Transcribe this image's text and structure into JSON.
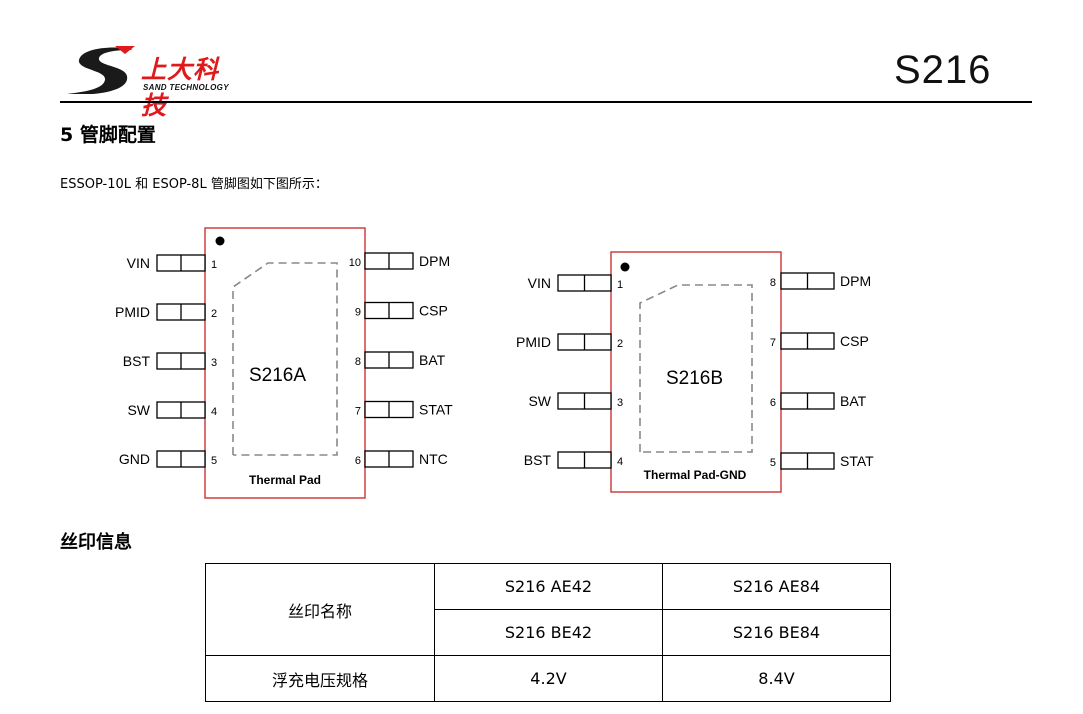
{
  "header": {
    "logo_cn": "上大科技",
    "logo_en": "SAND TECHNOLOGY",
    "doc_code": "S216",
    "brand_color": "#e0191b"
  },
  "section": {
    "title": "5 管脚配置",
    "description": "ESSOP-10L 和 ESOP-8L 管脚图如下图所示："
  },
  "pkg_a": {
    "name": "S216A",
    "pad_label": "Thermal Pad",
    "left_pins": [
      {
        "num": "1",
        "label": "VIN"
      },
      {
        "num": "2",
        "label": "PMID"
      },
      {
        "num": "3",
        "label": "BST"
      },
      {
        "num": "4",
        "label": "SW"
      },
      {
        "num": "5",
        "label": "GND"
      }
    ],
    "right_pins": [
      {
        "num": "10",
        "label": "DPM"
      },
      {
        "num": "9",
        "label": "CSP"
      },
      {
        "num": "8",
        "label": "BAT"
      },
      {
        "num": "7",
        "label": "STAT"
      },
      {
        "num": "6",
        "label": "NTC"
      }
    ]
  },
  "pkg_b": {
    "name": "S216B",
    "pad_label": "Thermal Pad-GND",
    "left_pins": [
      {
        "num": "1",
        "label": "VIN"
      },
      {
        "num": "2",
        "label": "PMID"
      },
      {
        "num": "3",
        "label": "SW"
      },
      {
        "num": "4",
        "label": "BST"
      }
    ],
    "right_pins": [
      {
        "num": "8",
        "label": "DPM"
      },
      {
        "num": "7",
        "label": "CSP"
      },
      {
        "num": "6",
        "label": "BAT"
      },
      {
        "num": "5",
        "label": "STAT"
      }
    ]
  },
  "marking": {
    "title": "丝印信息",
    "row1_label": "丝印名称",
    "a42": "S216  AE42",
    "a84": "S216  AE84",
    "b42": "S216  BE42",
    "b84": "S216  BE84",
    "row2_label": "浮充电压规格",
    "v42": "4.2V",
    "v84": "8.4V"
  }
}
